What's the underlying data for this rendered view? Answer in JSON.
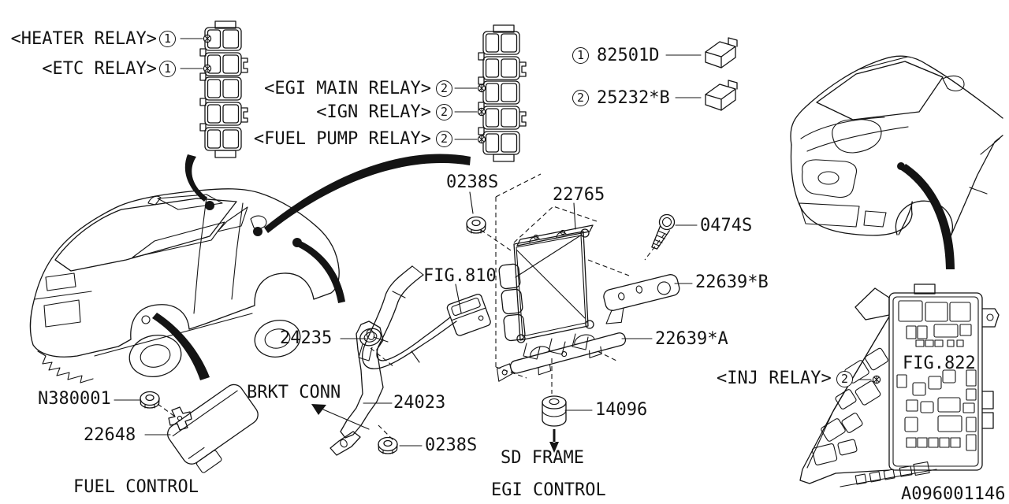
{
  "colors": {
    "ink": "#141414",
    "bg": "#ffffff"
  },
  "callouts": {
    "one": "1",
    "two": "2"
  },
  "relay_labels": {
    "heater": "<HEATER RELAY>",
    "etc": "<ETC RELAY>",
    "egi_main": "<EGI MAIN RELAY>",
    "ign": "<IGN RELAY>",
    "fuel_pump": "<FUEL PUMP RELAY>",
    "inj": "<INJ RELAY>"
  },
  "legend": [
    {
      "num": "1",
      "part": "82501D"
    },
    {
      "num": "2",
      "part": "25232*B"
    }
  ],
  "parts": {
    "nut_s": "0238S",
    "ecu": "22765",
    "bolt": "0474S",
    "bracket_b": "22639*B",
    "bracket_a": "22639*A",
    "grommet": "24235",
    "bracket_conn": "24023",
    "nut_n": "N380001",
    "fuel_module": "22648",
    "spacer": "14096"
  },
  "figures": {
    "fig810": "FIG.810",
    "fig822": "FIG.822"
  },
  "notes": {
    "brkt_conn": "BRKT CONN",
    "sd_frame": "SD FRAME"
  },
  "sections": {
    "fuel_control": "FUEL CONTROL",
    "egi_control": "EGI CONTROL"
  },
  "doc_number": "A096001146"
}
